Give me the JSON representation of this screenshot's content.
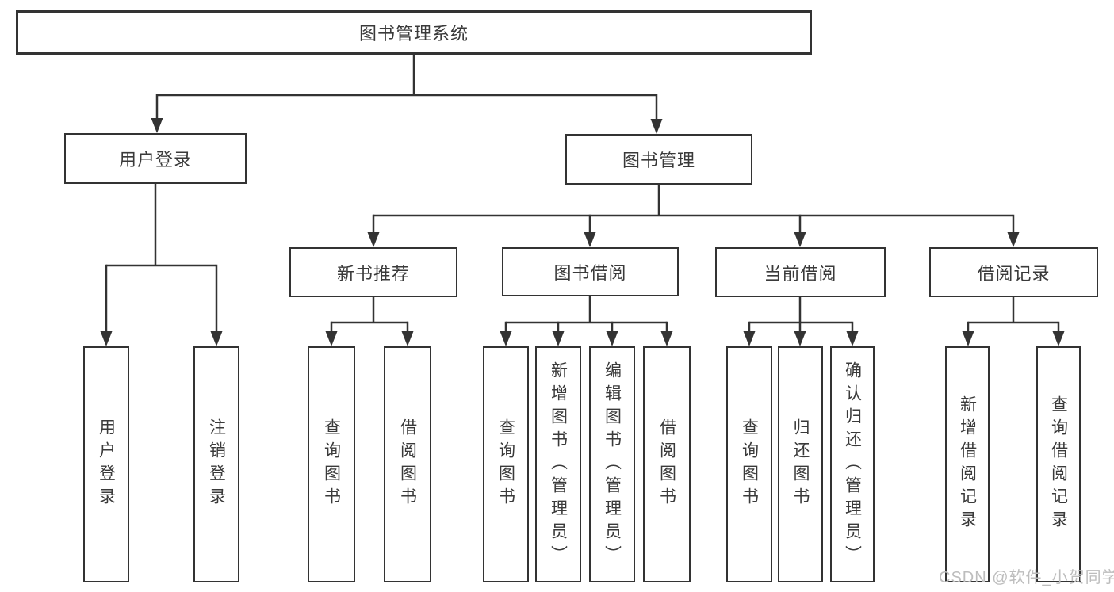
{
  "diagram_title": "图书管理系统",
  "watermark": "CSDN @软件_小贺同学",
  "colors": {
    "line": "#333333",
    "box_border": "#333333",
    "text": "#3a3a3a",
    "watermark": "#bdbdbd",
    "background": "#ffffff"
  },
  "tree": {
    "label": "图书管理系统",
    "children": [
      {
        "label": "用户登录",
        "children": [
          {
            "label": "用户登录"
          },
          {
            "label": "注销登录"
          }
        ]
      },
      {
        "label": "图书管理",
        "children": [
          {
            "label": "新书推荐",
            "children": [
              {
                "label": "查询图书"
              },
              {
                "label": "借阅图书"
              }
            ]
          },
          {
            "label": "图书借阅",
            "children": [
              {
                "label": "查询图书"
              },
              {
                "label": "新增图书（管理员）"
              },
              {
                "label": "编辑图书（管理员）"
              },
              {
                "label": "借阅图书"
              }
            ]
          },
          {
            "label": "当前借阅",
            "children": [
              {
                "label": "查询图书"
              },
              {
                "label": "归还图书"
              },
              {
                "label": "确认归还（管理员）"
              }
            ]
          },
          {
            "label": "借阅记录",
            "children": [
              {
                "label": "新增借阅记录"
              },
              {
                "label": "查询借阅记录"
              }
            ]
          }
        ]
      }
    ]
  }
}
